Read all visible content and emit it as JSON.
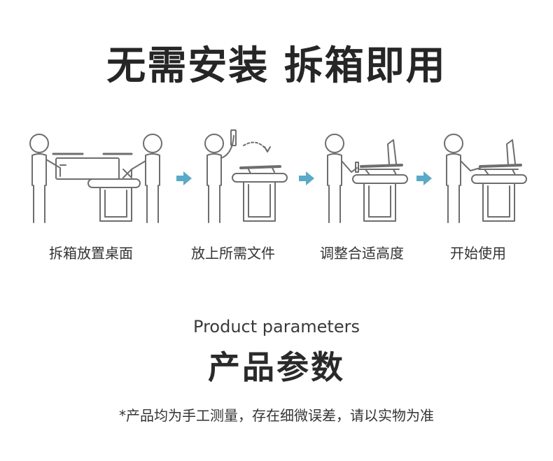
{
  "headline": "无需安装 拆箱即用",
  "steps": [
    {
      "label": "拆箱放置桌面"
    },
    {
      "label": "放上所需文件"
    },
    {
      "label": "调整合适高度"
    },
    {
      "label": "开始使用"
    }
  ],
  "section": {
    "en_title": "Product parameters",
    "cn_title": "产品参数"
  },
  "note": "*产品均为手工测量，存在细微误差，请以实物为准",
  "colors": {
    "arrow": "#5aa9c7",
    "line": "#6e6e6e"
  }
}
